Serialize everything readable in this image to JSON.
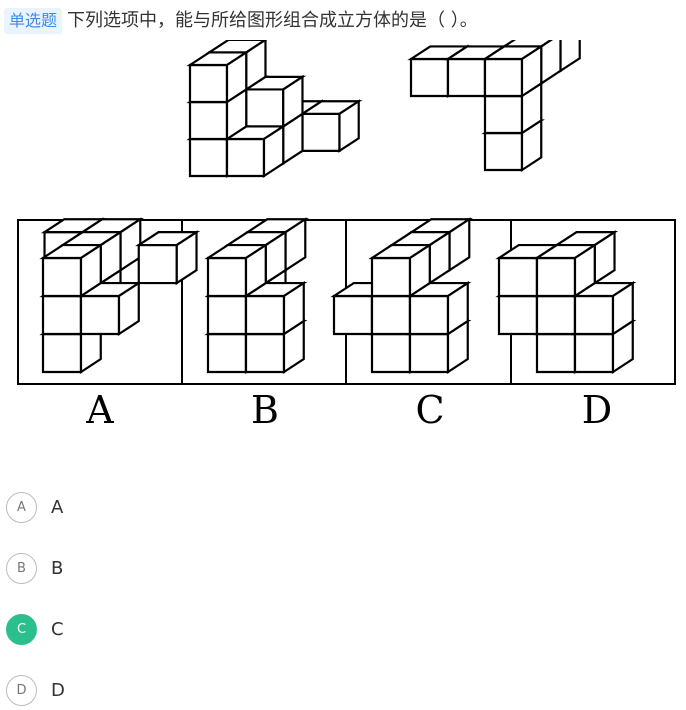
{
  "question": {
    "type_tag": "单选题",
    "stem": "下列选项中，能与所给图形组合成立方体的是（    ）。"
  },
  "figure": {
    "panel_letters": [
      "A",
      "B",
      "C",
      "D"
    ]
  },
  "options": [
    {
      "letter": "A",
      "text": "A",
      "selected": false
    },
    {
      "letter": "B",
      "text": "B",
      "selected": false
    },
    {
      "letter": "C",
      "text": "C",
      "selected": true
    },
    {
      "letter": "D",
      "text": "D",
      "selected": false
    }
  ],
  "colors": {
    "selected": "#2bbf8e",
    "tag_bg": "#eaf4ff",
    "tag_text": "#3f8be8"
  }
}
